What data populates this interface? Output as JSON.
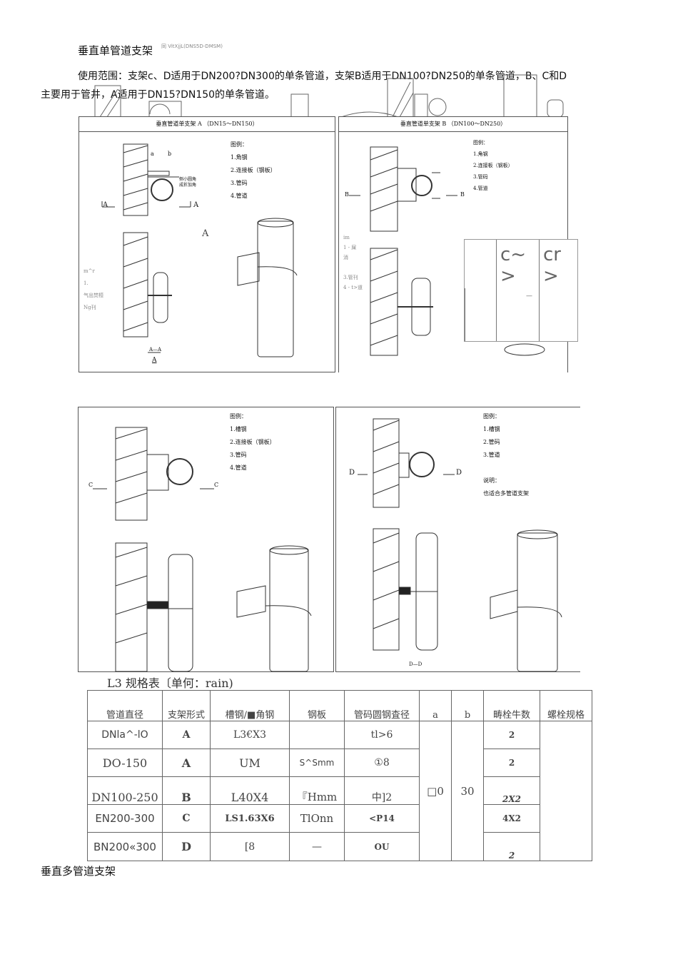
{
  "heading": "垂直单管道支架",
  "heading_note": "同 VitXjjL(DNS5D-DMSM)",
  "scope_line1": "使用范围：支架c、D适用于DN200?DN300的单条管道，支架B适用于DN100?DN250的单条管道，B、C和D",
  "scope_line2": "主要用于管井，A适用于DN15?DN150的单条管道。",
  "panels": {
    "a": {
      "title": "垂直管道单支架 A （DN15～DN150）",
      "legend": [
        "图例：",
        "1.角钢",
        "2.连接板（钢板）",
        "3.管码",
        "4.管道"
      ],
      "dim_a": "a",
      "dim_b": "b",
      "note1": "侧小圆角",
      "note2": "成折加角",
      "sec_left": "A",
      "sec_right": "A",
      "center_label": "A",
      "side_notes": [
        "m^r",
        "1.",
        "气出焚桓",
        "Ng刊"
      ],
      "section_label": "A—A",
      "bottom_label": "A"
    },
    "b": {
      "title": "垂直管道单支架 B （DN100～DN250）",
      "legend": [
        "图例：",
        "1.角钢",
        "2.连接板（钢板）",
        "3.管码",
        "4.管道"
      ],
      "sec_left": "B",
      "sec_right": "B",
      "side_notes": [
        "im",
        "1 - 屎",
        "消",
        "3.管刊",
        "4 - t>道"
      ],
      "overlay_left": "c~\n>",
      "overlay_right": "cr\n>",
      "overlay_dash": "—"
    },
    "c": {
      "legend": [
        "图例：",
        "1.槽钢",
        "2.连接板（钢板）",
        "3.管码",
        "4.管道"
      ],
      "sec_left": "C",
      "sec_right": "C"
    },
    "d": {
      "legend": [
        "图例：",
        "1.槽钢",
        "2.管码",
        "3.管道",
        "",
        "说明：",
        "也适合多管道支架"
      ],
      "sec_left": "D",
      "sec_right": "D",
      "section_label": "D—D"
    }
  },
  "table_caption": "L3 规格表〔单何：rain)",
  "table": {
    "headers": [
      "管道直径",
      "支架形式",
      "槽钢/■角钢",
      "钢板",
      "管码圆钢査径",
      "a",
      "b",
      "畴栓牛数",
      "螺栓规格"
    ],
    "rows": [
      [
        "DNla^-lO",
        "A",
        "L3€X3",
        "",
        "tl>6",
        "2"
      ],
      [
        "DO-150",
        "A",
        "UM",
        "S^Smm",
        "①8",
        "2"
      ],
      [
        "DN100-250",
        "B",
        "L40X4",
        "『Hmm",
        "中]2",
        "2X2"
      ],
      [
        "EN200-300",
        "C",
        "LS1.63X6",
        "TlOnn",
        "<P14",
        "4X2"
      ],
      [
        "BN200«300",
        "D",
        "[8",
        "—",
        "OU",
        "2"
      ]
    ],
    "a_value": "□0",
    "b_value": "30"
  },
  "footer_heading": "垂直多管道支架"
}
